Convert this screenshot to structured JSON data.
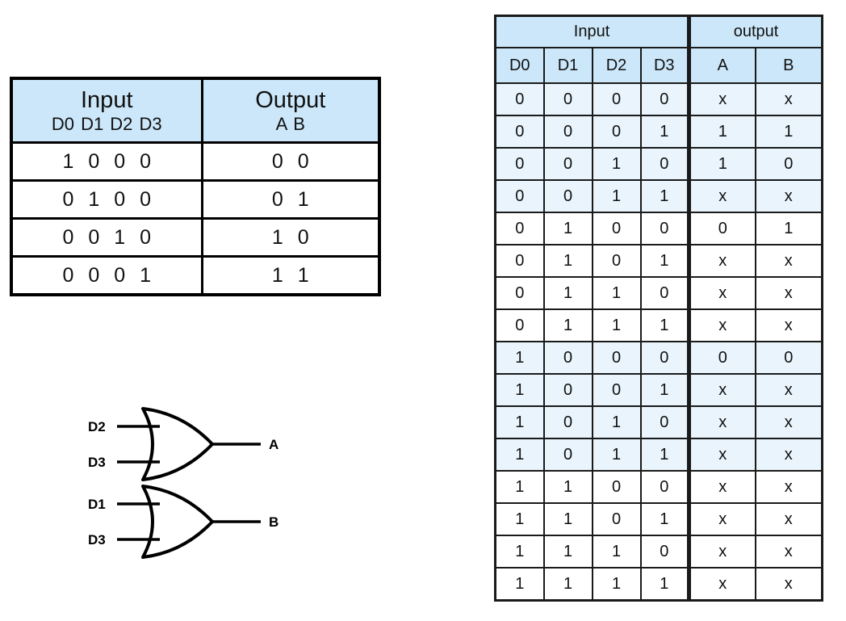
{
  "colors": {
    "header_blue": "#cbe7f9",
    "row_blue": "#e9f4fc",
    "border_dark": "#1a1a1a",
    "text": "#111111"
  },
  "left_table": {
    "input_label": "Input",
    "input_sub": "D0 D1 D2 D3",
    "output_label": "Output",
    "output_sub": "A B",
    "rows": [
      {
        "inputs": [
          "1",
          "0",
          "0",
          "0"
        ],
        "outputs": [
          "0",
          "0"
        ]
      },
      {
        "inputs": [
          "0",
          "1",
          "0",
          "0"
        ],
        "outputs": [
          "0",
          "1"
        ]
      },
      {
        "inputs": [
          "0",
          "0",
          "1",
          "0"
        ],
        "outputs": [
          "1",
          "0"
        ]
      },
      {
        "inputs": [
          "0",
          "0",
          "0",
          "1"
        ],
        "outputs": [
          "1",
          "1"
        ]
      }
    ]
  },
  "right_table": {
    "group_headers": [
      "Input",
      "output"
    ],
    "columns": [
      "D0",
      "D1",
      "D2",
      "D3",
      "A",
      "B"
    ],
    "row_group_size": 4,
    "rows": [
      [
        "0",
        "0",
        "0",
        "0",
        "x",
        "x"
      ],
      [
        "0",
        "0",
        "0",
        "1",
        "1",
        "1"
      ],
      [
        "0",
        "0",
        "1",
        "0",
        "1",
        "0"
      ],
      [
        "0",
        "0",
        "1",
        "1",
        "x",
        "x"
      ],
      [
        "0",
        "1",
        "0",
        "0",
        "0",
        "1"
      ],
      [
        "0",
        "1",
        "0",
        "1",
        "x",
        "x"
      ],
      [
        "0",
        "1",
        "1",
        "0",
        "x",
        "x"
      ],
      [
        "0",
        "1",
        "1",
        "1",
        "x",
        "x"
      ],
      [
        "1",
        "0",
        "0",
        "0",
        "0",
        "0"
      ],
      [
        "1",
        "0",
        "0",
        "1",
        "x",
        "x"
      ],
      [
        "1",
        "0",
        "1",
        "0",
        "x",
        "x"
      ],
      [
        "1",
        "0",
        "1",
        "1",
        "x",
        "x"
      ],
      [
        "1",
        "1",
        "0",
        "0",
        "x",
        "x"
      ],
      [
        "1",
        "1",
        "0",
        "1",
        "x",
        "x"
      ],
      [
        "1",
        "1",
        "1",
        "0",
        "x",
        "x"
      ],
      [
        "1",
        "1",
        "1",
        "1",
        "x",
        "x"
      ]
    ]
  },
  "gates": [
    {
      "type": "OR",
      "inputs": [
        "D2",
        "D3"
      ],
      "output": "A"
    },
    {
      "type": "OR",
      "inputs": [
        "D1",
        "D3"
      ],
      "output": "B"
    }
  ]
}
